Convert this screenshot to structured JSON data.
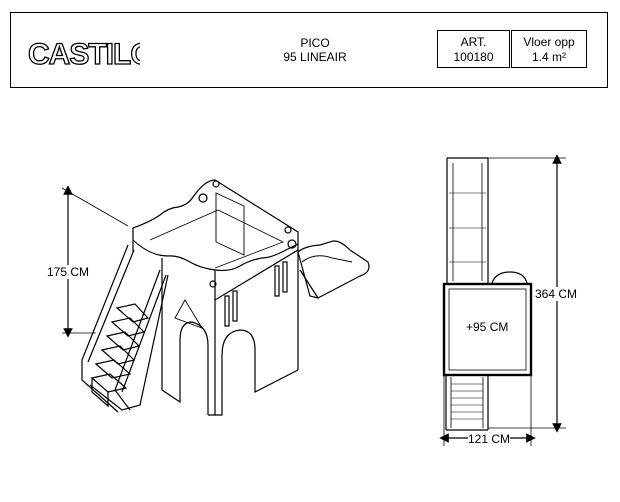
{
  "header": {
    "logo_text": "CASTILO",
    "product_name": "PICO",
    "product_variant": "95 LINEAIR",
    "article": {
      "label": "ART.",
      "value": "100180"
    },
    "floor_area": {
      "label": "Vloer opp",
      "value": "1.4 m²"
    }
  },
  "iso_view": {
    "height_label": "175 CM"
  },
  "top_view": {
    "length_label": "364 CM",
    "width_label": "121 CM",
    "platform_label": "+95 CM"
  }
}
